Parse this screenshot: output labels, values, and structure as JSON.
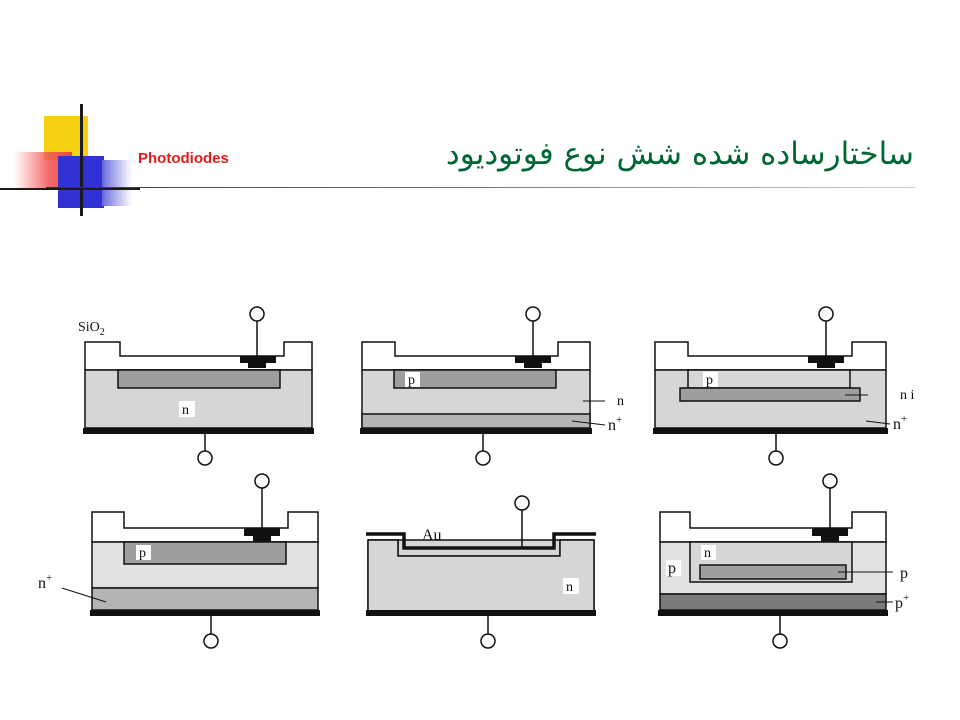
{
  "header": {
    "section": "Photodiodes",
    "title": "ساختارساده شده شش نوع فوتوديود"
  },
  "diagrams": {
    "d1": {
      "sio2": "SiO",
      "sio2_sub": "2",
      "n": "n"
    },
    "d2": {
      "p": "p",
      "n": "n",
      "nplus": "n",
      "nplus_sup": "+"
    },
    "d3": {
      "p": "p",
      "n": "n i",
      "nplus": "n",
      "nplus_sup": "+"
    },
    "d4": {
      "p": "p",
      "nplus": "n",
      "nplus_sup": "+"
    },
    "d5": {
      "au": "Au",
      "n": "n"
    },
    "d6": {
      "n": "n",
      "p_left": "p",
      "p_right": "p",
      "pplus": "p",
      "pplus_sup": "+"
    }
  },
  "colors": {
    "accent_red": "#e41b1b",
    "title_green": "#006633",
    "layer_light": "#d6d6d6",
    "layer_mid": "#9e9e9e",
    "layer_dark": "#7a7a7a"
  }
}
